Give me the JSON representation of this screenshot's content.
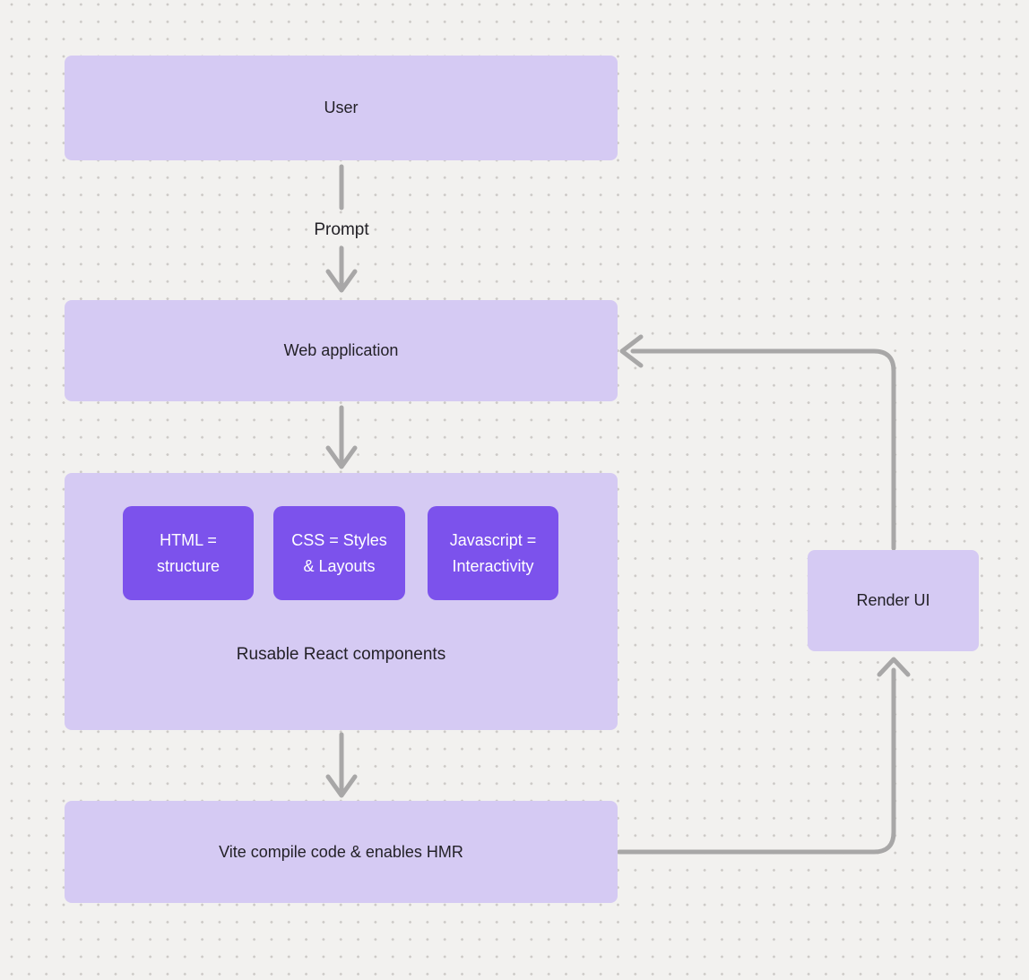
{
  "diagram": {
    "background": {
      "color": "#f2f1ef",
      "dot_color": "#ccc9c6"
    },
    "colors": {
      "node_fill": "#d5caf3",
      "accent_fill": "#7c52ec",
      "arrow": "#a8a7a7",
      "text_dark": "#232127",
      "text_light": "#ffffff"
    },
    "nodes": {
      "user": {
        "label": "User"
      },
      "web_application": {
        "label": "Web application"
      },
      "components_group": {
        "caption": "Rusable React components"
      },
      "html_box": {
        "line1": "HTML =",
        "line2": "structure"
      },
      "css_box": {
        "line1": "CSS = Styles",
        "line2": "& Layouts"
      },
      "js_box": {
        "line1": "Javascript =",
        "line2": "Interactivity"
      },
      "vite": {
        "label": "Vite compile code & enables HMR"
      },
      "render_ui": {
        "label": "Render UI"
      }
    },
    "edges": {
      "user_to_webapp": {
        "label": "Prompt"
      }
    }
  }
}
